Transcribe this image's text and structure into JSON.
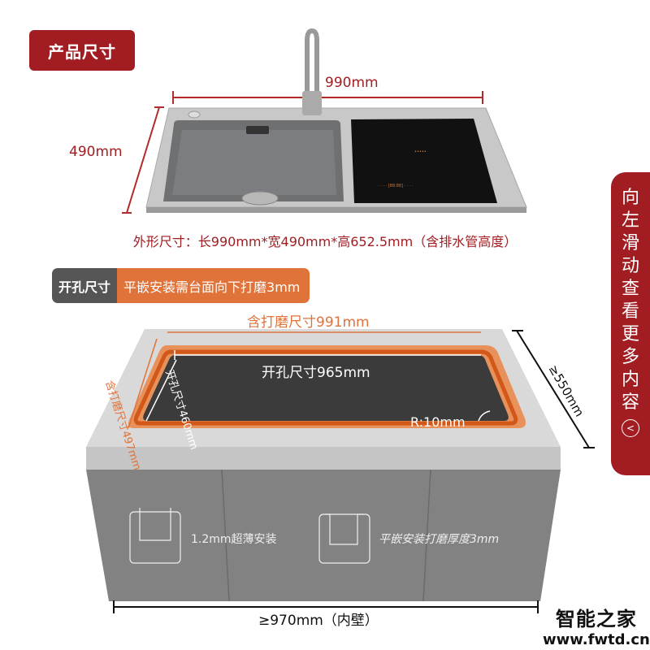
{
  "header": {
    "title": "产品尺寸"
  },
  "product_dims": {
    "width_label": "990mm",
    "depth_label": "490mm",
    "outer_summary": "外形尺寸：长990mm*宽490mm*高652.5mm（含排水管高度）"
  },
  "cutout_bar": {
    "label": "开孔尺寸",
    "note": "平嵌安装需台面向下打磨3mm"
  },
  "cutout_diagram": {
    "ground_width": "含打磨尺寸991mm",
    "ground_depth": "含打磨尺寸497mm",
    "hole_width": "开孔尺寸965mm",
    "hole_depth": "开孔尺寸460mm",
    "radius": "R:10mm",
    "cabinet_depth": "≥550mm",
    "feature_1": "1.2mm超薄安装",
    "feature_2": "平嵌安装打磨厚度3mm",
    "inner_width": "≥970mm（内壁）"
  },
  "side_tab": {
    "chars": [
      "向",
      "左",
      "滑",
      "动",
      "查",
      "看",
      "更",
      "多",
      "内",
      "容"
    ],
    "arrow": "<"
  },
  "watermark": {
    "name": "智能之家",
    "url": "www.fwtd.cn"
  },
  "colors": {
    "brand_red": "#a11d22",
    "orange": "#e0733a",
    "dark_gray": "#555555"
  }
}
